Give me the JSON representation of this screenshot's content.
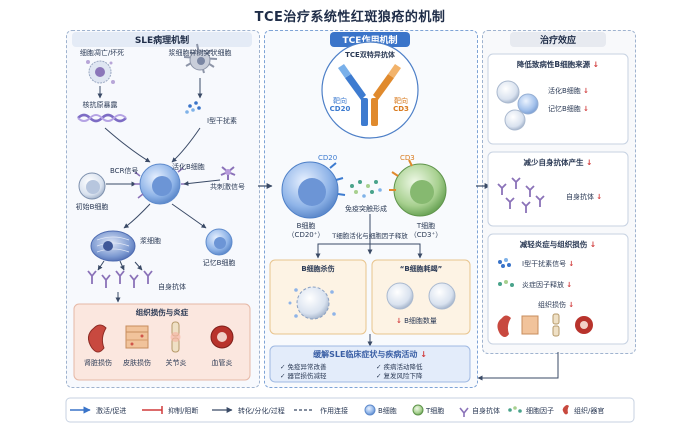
{
  "title": "TCE治疗系统性红斑狼疮的机制",
  "left": {
    "header": "SLE病理机制",
    "cell_death": "细胞凋亡/坏死",
    "pdc": "浆细胞样树突状细胞",
    "nuclear_antigen": "核抗原暴露",
    "ifn": "I型干扰素",
    "bcr": "BCR信号",
    "activated_b": "活化B细胞",
    "naive_b": "初始B细胞",
    "costim": "共刺激信号",
    "plasma": "浆细胞",
    "memory_b": "记忆B细胞",
    "autoab": "自身抗体",
    "tissue_header": "组织损伤与炎症",
    "organs": [
      "肾脏损伤",
      "皮肤损伤",
      "关节炎",
      "血管炎"
    ]
  },
  "middle": {
    "header": "TCE作用机制",
    "tce_label": "TCE双特异抗体",
    "target_cd20": [
      "靶向",
      "CD20"
    ],
    "target_cd3": [
      "靶向",
      "CD3"
    ],
    "cd20_tag": "CD20",
    "cd3_tag": "CD3",
    "b_cell": [
      "B细胞",
      "（CD20⁺）"
    ],
    "t_cell": [
      "T细胞",
      "（CD3⁺）"
    ],
    "synapse": "免疫突触形成",
    "t_activation": "T细胞活化与细胞因子释放",
    "b_kill_header": "B细胞杀伤",
    "b_exhaust_header": "“B细胞耗竭”",
    "b_count": "B细胞数量",
    "outcome_header": "缓解SLE临床症状与疾病活动",
    "outcomes": [
      "免疫异常改善",
      "疾病活动降低",
      "器官损伤减轻",
      "复发风险下降"
    ]
  },
  "right": {
    "header": "治疗效应",
    "effect1_header": "降低致病性B细胞来源",
    "effect1_items": [
      "活化B细胞",
      "记忆B细胞"
    ],
    "effect2_header": "减少自身抗体产生",
    "effect2_item": "自身抗体",
    "effect3_header": "减轻炎症与组织损伤",
    "effect3_items": [
      "I型干扰素信号",
      "炎症因子释放",
      "组织损伤"
    ]
  },
  "legend": [
    "激活/促进",
    "抑制/阻断",
    "转化/分化/过程",
    "作用连接",
    "B细胞",
    "T细胞",
    "自身抗体",
    "细胞因子",
    "组织/器官"
  ],
  "colors": {
    "panel_border": "#9fb3cf",
    "header_blue": "#3a74c9",
    "b_cell": "#8fb4e8",
    "t_cell": "#a7d08f",
    "antibody": "#8a72b8",
    "down_arrow": "#d13a3a",
    "tissue_bg": "#fbe7df",
    "outcome_bg": "#e3ecfa"
  }
}
